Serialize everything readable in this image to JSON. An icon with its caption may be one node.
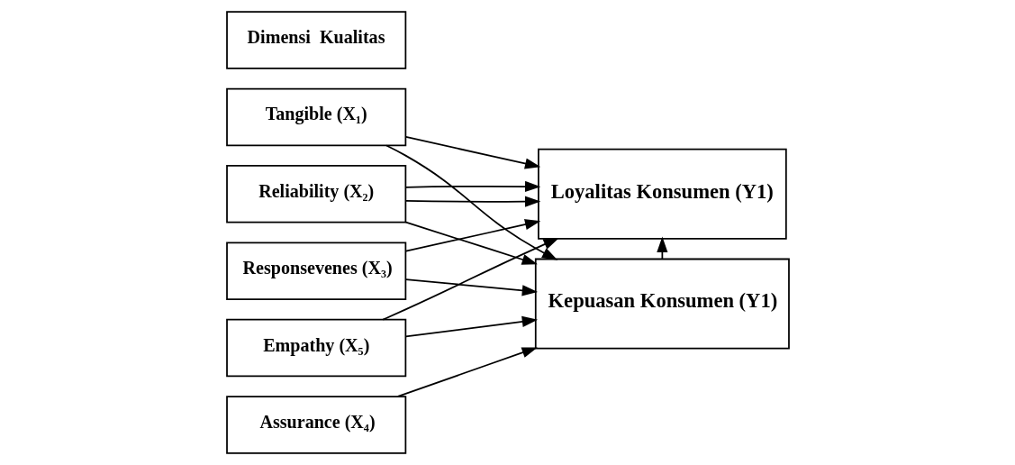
{
  "diagram": {
    "nodes": [
      {
        "text": [
          "Dimensi  Kualitas"
        ]
      },
      {
        "text": [
          "Tangible (X₁)"
        ]
      },
      {
        "text": [
          "Reliability (X₂)"
        ]
      },
      {
        "text": [
          "Responsevenes (X₃)"
        ]
      },
      {
        "text": [
          "Empathy (X₅)"
        ]
      },
      {
        "text": [
          "Assurance (X₄)"
        ]
      },
      {
        "text": [
          "Kepuasan Konsumen (Y1)"
        ]
      },
      {
        "text": [
          "Loyalitas Konsumen (Y1)"
        ]
      }
    ],
    "edges": [
      {
        "from": 1,
        "to": 6,
        "arrow": "to"
      },
      {
        "from": 1,
        "to": 7,
        "arrow": "to"
      },
      {
        "from": 2,
        "to": 6,
        "arrow": "to"
      },
      {
        "from": 2,
        "to": 7,
        "arrow": "to"
      },
      {
        "from": 2,
        "to": 7,
        "arrow": "to"
      },
      {
        "from": 3,
        "to": 6,
        "arrow": "to"
      },
      {
        "from": 3,
        "to": 7,
        "arrow": "to"
      },
      {
        "from": 4,
        "to": 6,
        "arrow": "to"
      },
      {
        "from": 4,
        "to": 7,
        "arrow": "to"
      },
      {
        "from": 5,
        "to": 6,
        "arrow": "to"
      },
      {
        "from": 6,
        "to": 7,
        "arrow": "to"
      }
    ]
  }
}
